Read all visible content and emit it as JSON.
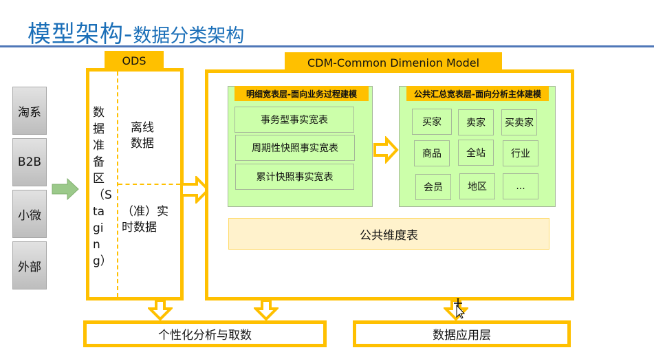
{
  "title": {
    "main": "模型架构",
    "separator": "-",
    "sub": "数据分类架构"
  },
  "sources": [
    {
      "label": "淘系"
    },
    {
      "label": "B2B"
    },
    {
      "label": "小微"
    },
    {
      "label": "外部"
    }
  ],
  "ods": {
    "tab_label": "ODS",
    "staging_label": "数据准备区（Staging）",
    "offline_label": "离线数据",
    "realtime_label": "（准）实时数据"
  },
  "cdm": {
    "tab_label": "CDM-Common Dimenion Model",
    "detail_layer": {
      "title": "明细宽表层-面向业务过程建模",
      "items": [
        "事务型事实宽表",
        "周期性快照事实宽表",
        "累计快照事实宽表"
      ]
    },
    "summary_layer": {
      "title": "公共汇总宽表层-面向分析主体建模",
      "items": [
        "买家",
        "卖家",
        "买卖家",
        "商品",
        "全站",
        "行业",
        "会员",
        "地区",
        "..."
      ]
    },
    "dimension_table": "公共维度表"
  },
  "outputs": {
    "personalized": "个性化分析与取数",
    "application": "数据应用层"
  },
  "colors": {
    "accent_yellow": "#ffc000",
    "title_blue": "#1b6fb8",
    "green_fill": "#ccffaa",
    "source_arrow_green": "#9bc98a",
    "dimension_fill": "#fff2cc"
  }
}
